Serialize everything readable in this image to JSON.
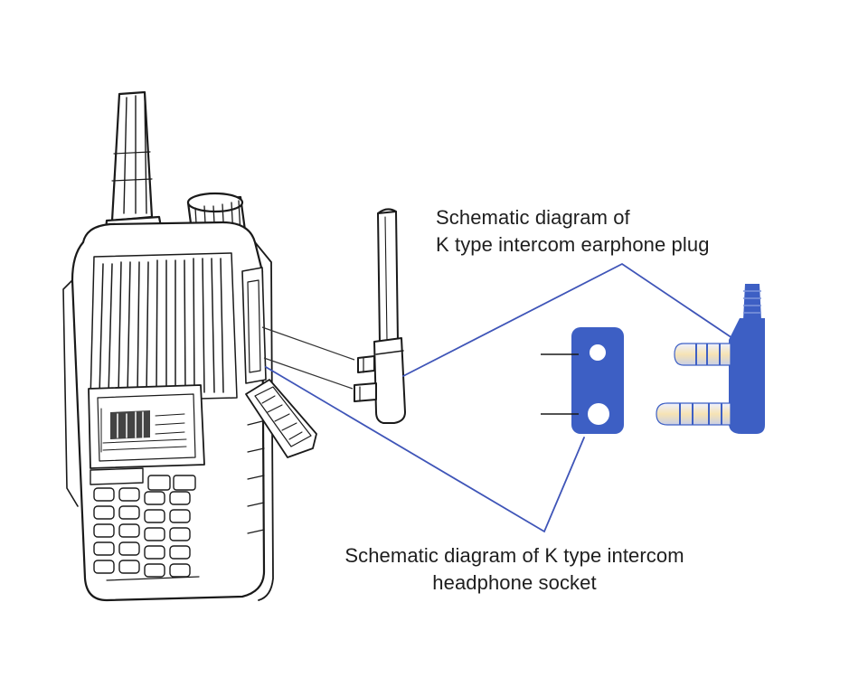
{
  "captions": {
    "plug": {
      "line1": "Schematic diagram of",
      "line2": "K type intercom earphone plug"
    },
    "socket": {
      "line1": "Schematic diagram of K type intercom",
      "line2": "headphone socket"
    }
  },
  "colors": {
    "line_art": "#1a1a1a",
    "leader_line": "#3f55b8",
    "connector_fill": "#3d5fc4",
    "connector_hole": "#ffffff",
    "pin_highlight": "#f3dfa8"
  }
}
